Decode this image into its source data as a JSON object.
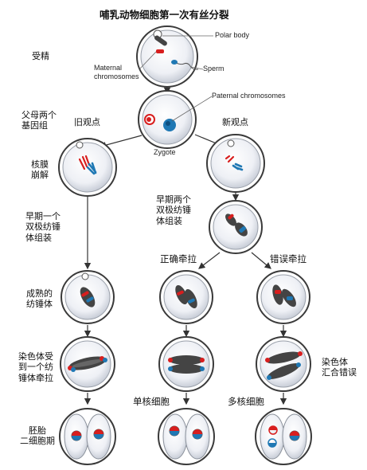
{
  "title": "哺乳动物细胞第一次有丝分裂",
  "annotations": {
    "polar_body": "Polar body",
    "maternal": "Maternal\nchromosomes",
    "sperm": "Sperm",
    "paternal": "Paternal chromosomes",
    "zygote": "Zygote"
  },
  "stages": {
    "fertilization": "受精",
    "parental_genomes": "父母两个\n基因组",
    "nuclear_breakdown": "核膜\n崩解",
    "early_one_spindle": "早期一个\n双极纺锤\n体组装",
    "early_two_spindles": "早期两个\n双极纺锤\n体组装",
    "mature_spindle": "成熟的\n纺锤体",
    "pulled_one_spindle": "染色体受\n到一个纺\n锤体牵拉",
    "misaggregation": "染色体\n汇合错误",
    "two_cell": "胚胎\n二细胞期"
  },
  "views": {
    "old": "旧观点",
    "new": "新观点"
  },
  "branches": {
    "correct": "正确牵拉",
    "wrong": "错误牵拉"
  },
  "outcomes": {
    "mononuclear": "单核细胞",
    "multinuclear": "多核细胞"
  },
  "colors": {
    "maternal": "#d81e1e",
    "paternal": "#1f78b4",
    "cell_outline": "#3a3a3a",
    "cytoplasm": "#e9ecf2"
  }
}
